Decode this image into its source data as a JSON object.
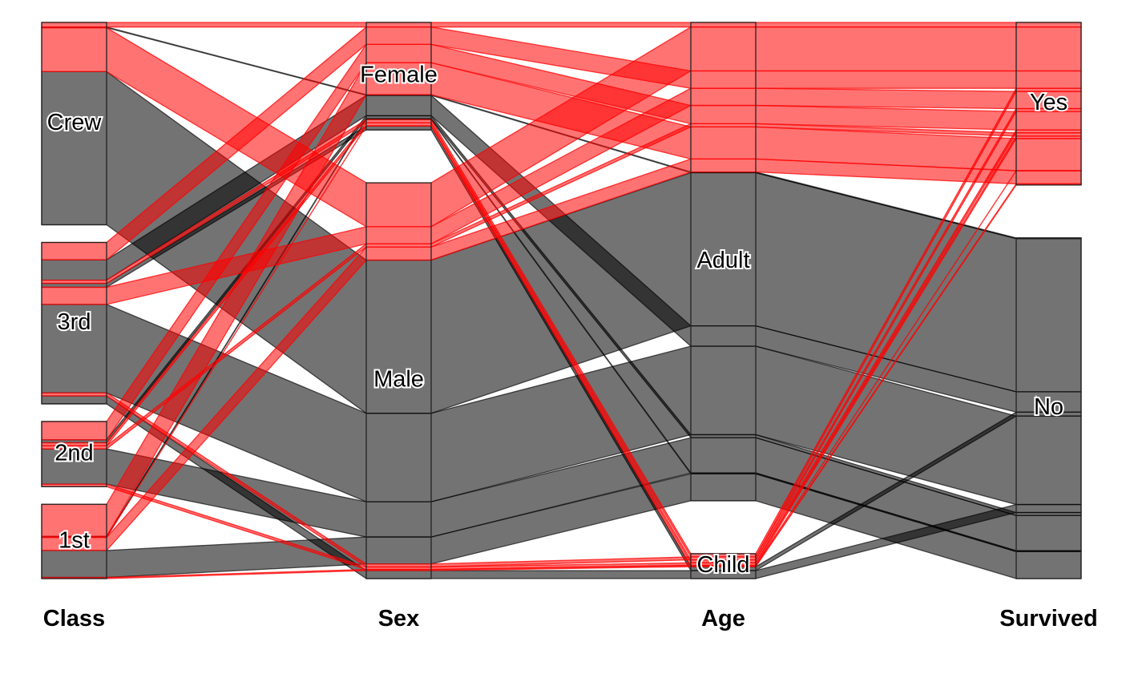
{
  "chart_data": {
    "type": "alluvial",
    "axes": [
      "Class",
      "Sex",
      "Age",
      "Survived"
    ],
    "categories": {
      "Class": [
        "1st",
        "2nd",
        "3rd",
        "Crew"
      ],
      "Sex": [
        "Male",
        "Female"
      ],
      "Age": [
        "Child",
        "Adult"
      ],
      "Survived": [
        "No",
        "Yes"
      ]
    },
    "colors": {
      "Yes": "#ff0000",
      "No": "#000000"
    },
    "flows": [
      {
        "Class": "1st",
        "Sex": "Male",
        "Age": "Child",
        "Survived": "No",
        "Freq": 0
      },
      {
        "Class": "2nd",
        "Sex": "Male",
        "Age": "Child",
        "Survived": "No",
        "Freq": 0
      },
      {
        "Class": "3rd",
        "Sex": "Male",
        "Age": "Child",
        "Survived": "No",
        "Freq": 35
      },
      {
        "Class": "Crew",
        "Sex": "Male",
        "Age": "Child",
        "Survived": "No",
        "Freq": 0
      },
      {
        "Class": "1st",
        "Sex": "Female",
        "Age": "Child",
        "Survived": "No",
        "Freq": 0
      },
      {
        "Class": "2nd",
        "Sex": "Female",
        "Age": "Child",
        "Survived": "No",
        "Freq": 0
      },
      {
        "Class": "3rd",
        "Sex": "Female",
        "Age": "Child",
        "Survived": "No",
        "Freq": 17
      },
      {
        "Class": "Crew",
        "Sex": "Female",
        "Age": "Child",
        "Survived": "No",
        "Freq": 0
      },
      {
        "Class": "1st",
        "Sex": "Male",
        "Age": "Adult",
        "Survived": "No",
        "Freq": 118
      },
      {
        "Class": "2nd",
        "Sex": "Male",
        "Age": "Adult",
        "Survived": "No",
        "Freq": 154
      },
      {
        "Class": "3rd",
        "Sex": "Male",
        "Age": "Adult",
        "Survived": "No",
        "Freq": 387
      },
      {
        "Class": "Crew",
        "Sex": "Male",
        "Age": "Adult",
        "Survived": "No",
        "Freq": 670
      },
      {
        "Class": "1st",
        "Sex": "Female",
        "Age": "Adult",
        "Survived": "No",
        "Freq": 4
      },
      {
        "Class": "2nd",
        "Sex": "Female",
        "Age": "Adult",
        "Survived": "No",
        "Freq": 13
      },
      {
        "Class": "3rd",
        "Sex": "Female",
        "Age": "Adult",
        "Survived": "No",
        "Freq": 89
      },
      {
        "Class": "Crew",
        "Sex": "Female",
        "Age": "Adult",
        "Survived": "No",
        "Freq": 3
      },
      {
        "Class": "1st",
        "Sex": "Male",
        "Age": "Child",
        "Survived": "Yes",
        "Freq": 5
      },
      {
        "Class": "2nd",
        "Sex": "Male",
        "Age": "Child",
        "Survived": "Yes",
        "Freq": 11
      },
      {
        "Class": "3rd",
        "Sex": "Male",
        "Age": "Child",
        "Survived": "Yes",
        "Freq": 13
      },
      {
        "Class": "Crew",
        "Sex": "Male",
        "Age": "Child",
        "Survived": "Yes",
        "Freq": 0
      },
      {
        "Class": "1st",
        "Sex": "Female",
        "Age": "Child",
        "Survived": "Yes",
        "Freq": 1
      },
      {
        "Class": "2nd",
        "Sex": "Female",
        "Age": "Child",
        "Survived": "Yes",
        "Freq": 13
      },
      {
        "Class": "3rd",
        "Sex": "Female",
        "Age": "Child",
        "Survived": "Yes",
        "Freq": 14
      },
      {
        "Class": "Crew",
        "Sex": "Female",
        "Age": "Child",
        "Survived": "Yes",
        "Freq": 0
      },
      {
        "Class": "1st",
        "Sex": "Male",
        "Age": "Adult",
        "Survived": "Yes",
        "Freq": 57
      },
      {
        "Class": "2nd",
        "Sex": "Male",
        "Age": "Adult",
        "Survived": "Yes",
        "Freq": 14
      },
      {
        "Class": "3rd",
        "Sex": "Male",
        "Age": "Adult",
        "Survived": "Yes",
        "Freq": 75
      },
      {
        "Class": "Crew",
        "Sex": "Male",
        "Age": "Adult",
        "Survived": "Yes",
        "Freq": 192
      },
      {
        "Class": "1st",
        "Sex": "Female",
        "Age": "Adult",
        "Survived": "Yes",
        "Freq": 140
      },
      {
        "Class": "2nd",
        "Sex": "Female",
        "Age": "Adult",
        "Survived": "Yes",
        "Freq": 80
      },
      {
        "Class": "3rd",
        "Sex": "Female",
        "Age": "Adult",
        "Survived": "Yes",
        "Freq": 76
      },
      {
        "Class": "Crew",
        "Sex": "Female",
        "Age": "Adult",
        "Survived": "Yes",
        "Freq": 20
      }
    ]
  }
}
